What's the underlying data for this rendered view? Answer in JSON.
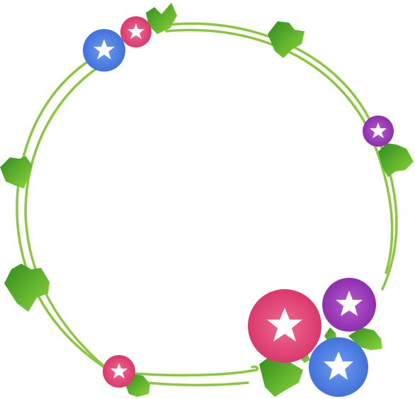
{
  "colors": {
    "vine": "#8cc63f",
    "leaf_light": "#8dd63a",
    "leaf_dark": "#2e8b1e",
    "flower_pink": "#e8457a",
    "flower_blue": "#4a7fe0",
    "flower_purple": "#9b33b8",
    "star": "#ffffff"
  },
  "flowers": [
    {
      "id": "blue-top-left",
      "color": "blue"
    },
    {
      "id": "pink-top-left",
      "color": "pink"
    },
    {
      "id": "purple-right",
      "color": "purple"
    },
    {
      "id": "pink-bottom-left",
      "color": "pink"
    },
    {
      "id": "purple-bottom-right",
      "color": "purple"
    },
    {
      "id": "pink-bottom-large",
      "color": "pink"
    },
    {
      "id": "blue-bottom-right",
      "color": "blue"
    }
  ],
  "leaves": [
    {
      "id": "top-center"
    },
    {
      "id": "top-right"
    },
    {
      "id": "right"
    },
    {
      "id": "left-upper"
    },
    {
      "id": "left-lower"
    },
    {
      "id": "bottom-left"
    },
    {
      "id": "bottom-center"
    },
    {
      "id": "bottom-right"
    }
  ]
}
